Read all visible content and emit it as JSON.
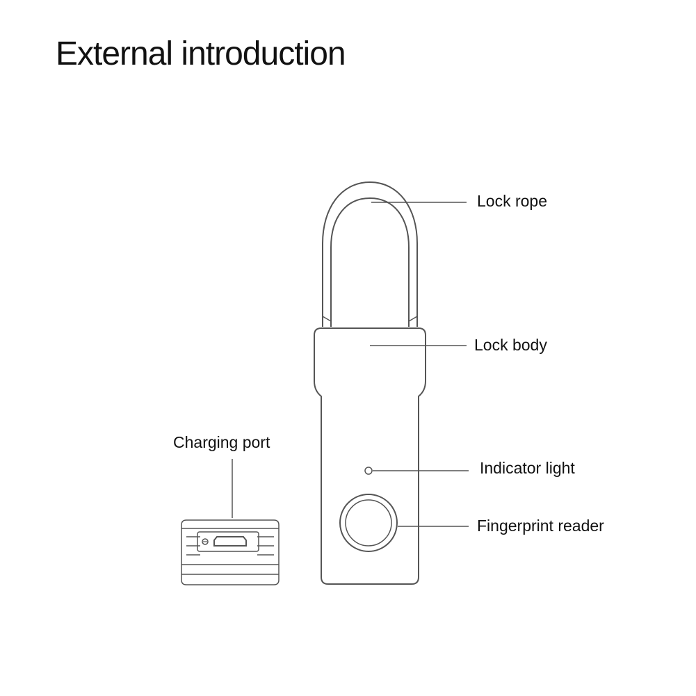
{
  "header": {
    "title": "External introduction"
  },
  "labels": {
    "lock_rope": "Lock rope",
    "lock_body": "Lock body",
    "indicator_light": "Indicator light",
    "fingerprint_reader": "Fingerprint reader",
    "charging_port": "Charging port"
  },
  "colors": {
    "line": "#555555",
    "background": "#ffffff",
    "text": "#111111"
  }
}
